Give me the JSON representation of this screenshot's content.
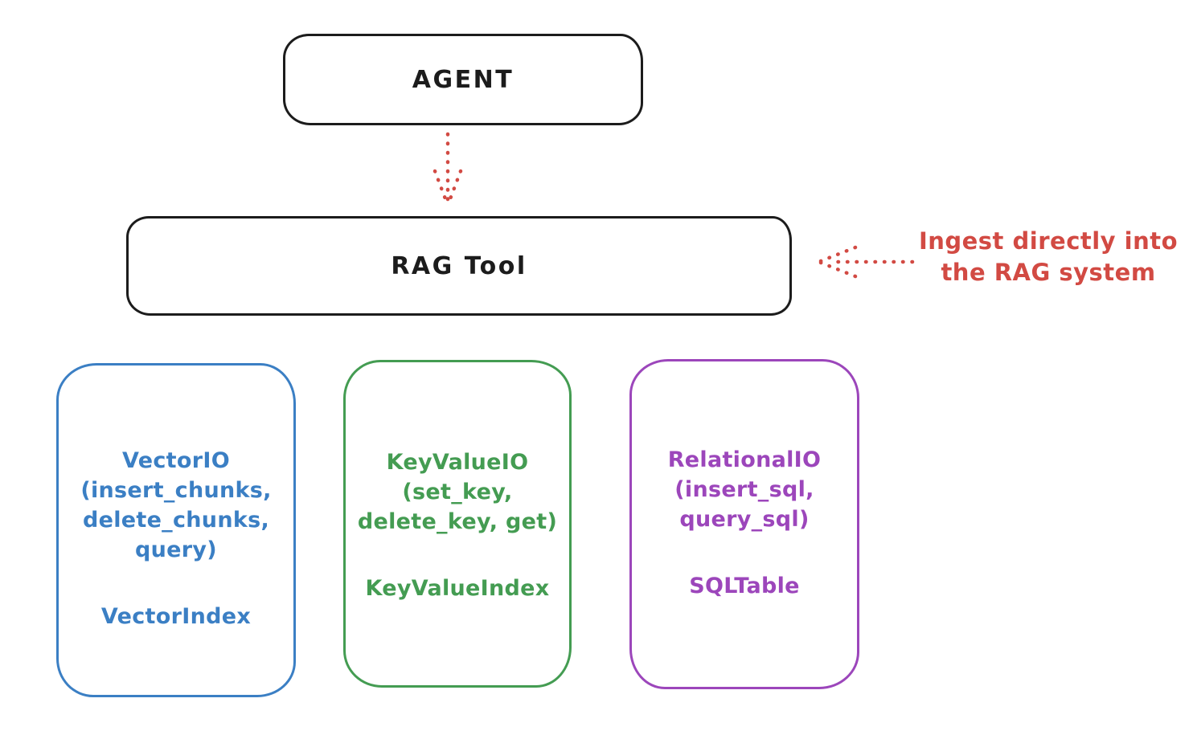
{
  "agent_box": {
    "label": "AGENT"
  },
  "rag_tool_box": {
    "label": "RAG Tool"
  },
  "annotation": {
    "line1": "Ingest directly into",
    "line2": "the RAG system",
    "color": "#d24a43"
  },
  "arrows": [
    {
      "name": "agent-to-rag-tool",
      "style": "dotted",
      "direction": "down",
      "color": "#d24a43"
    },
    {
      "name": "annotation-to-rag-tool",
      "style": "dotted",
      "direction": "left",
      "color": "#d24a43"
    }
  ],
  "colors": {
    "outline": "#1c1c1c",
    "red": "#d24a43",
    "blue": "#3b7fc4",
    "green": "#449c52",
    "purple": "#9c46bb",
    "background": "#ffffff"
  },
  "storage_boxes": [
    {
      "id": "vector-io",
      "color": "#3b7fc4",
      "lines": [
        "VectorIO",
        "(insert_chunks,",
        "delete_chunks,",
        "query)"
      ],
      "index_label": "VectorIndex"
    },
    {
      "id": "keyvalue-io",
      "color": "#449c52",
      "lines": [
        "KeyValueIO",
        "(set_key,",
        "delete_key, get)"
      ],
      "index_label": "KeyValueIndex"
    },
    {
      "id": "relational-io",
      "color": "#9c46bb",
      "lines": [
        "RelationalIO",
        "(insert_sql,",
        "query_sql)"
      ],
      "index_label": "SQLTable"
    }
  ]
}
